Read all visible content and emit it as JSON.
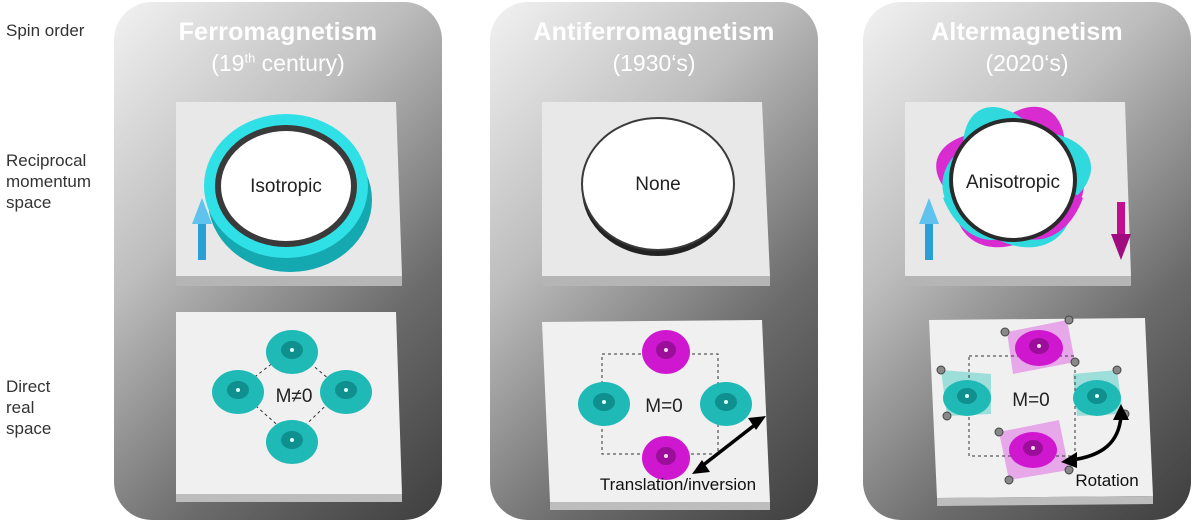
{
  "row_labels": {
    "spin_order": "Spin order",
    "reciprocal": [
      "Reciprocal",
      "momentum",
      "space"
    ],
    "direct": [
      "Direct",
      "real",
      "space"
    ]
  },
  "panels": [
    {
      "title": "Ferromagnetism",
      "era_prefix": "(19",
      "era_sup": "th",
      "era_suffix": " century)",
      "reciprocal_label": "Isotropic",
      "real_label": "M≠0"
    },
    {
      "title": "Antiferromagnetism",
      "era_prefix": "(1930‘s)",
      "era_sup": "",
      "era_suffix": "",
      "reciprocal_label": "None",
      "real_label": "M=0",
      "symmetry_label": "Translation/inversion"
    },
    {
      "title": "Altermagnetism",
      "era_prefix": "(2020‘s)",
      "era_sup": "",
      "era_suffix": "",
      "reciprocal_label": "Anisotropic",
      "real_label": "M=0",
      "symmetry_label": "Rotation"
    }
  ],
  "colors": {
    "spin_up": "#19b8bf",
    "spin_down": "#d018d0",
    "arrow_up": "#2a9fd6",
    "arrow_down": "#c0108f"
  }
}
